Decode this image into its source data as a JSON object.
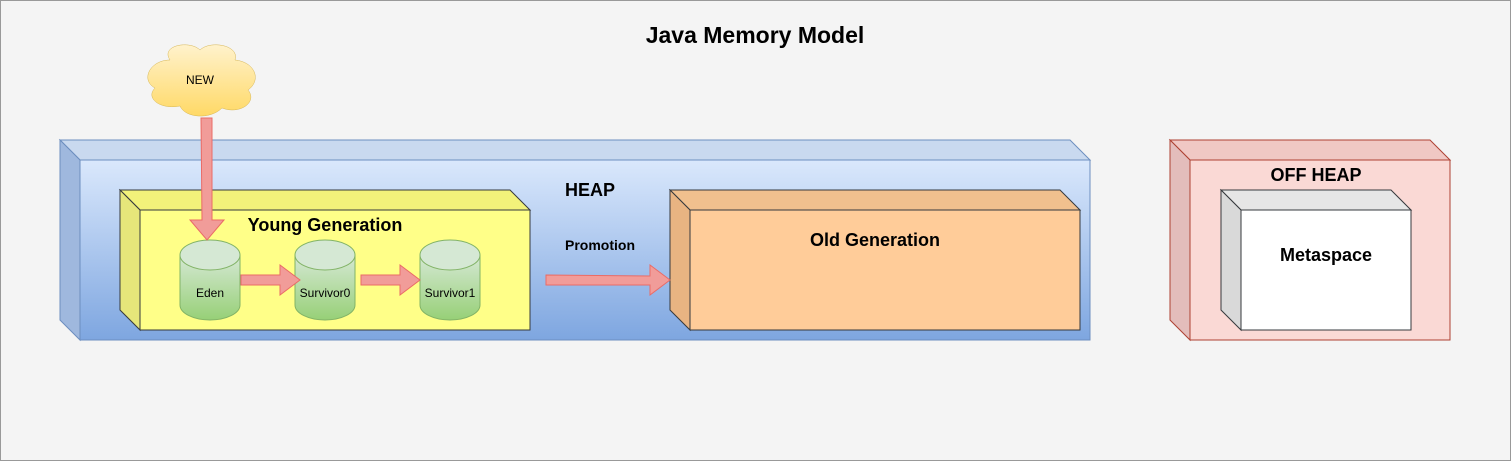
{
  "title": "Java Memory Model",
  "cloud": {
    "label": "NEW"
  },
  "heap": {
    "label": "HEAP",
    "young": {
      "label": "Young Generation",
      "spaces": [
        {
          "label": "Eden"
        },
        {
          "label": "Survivor0"
        },
        {
          "label": "Survivor1"
        }
      ]
    },
    "promotion_label": "Promotion",
    "old": {
      "label": "Old Generation"
    }
  },
  "off_heap": {
    "label": "OFF HEAP",
    "metaspace": {
      "label": "Metaspace"
    }
  },
  "colors": {
    "heap_fill_top": "#dae8fc",
    "heap_fill_bottom": "#7ea6e0",
    "heap_stroke": "#6c8ebf",
    "young_fill": "#ffff88",
    "young_stroke": "#36393d",
    "old_fill": "#ffcc99",
    "cylinder_top": "#d5e8d4",
    "cylinder_bottom": "#97d077",
    "cylinder_stroke": "#82b366",
    "arrow_fill": "#f19c99",
    "arrow_stroke": "#ea6b66",
    "cloud_top": "#fff2cc",
    "cloud_bottom": "#ffd966",
    "offheap_fill": "#fad9d5",
    "offheap_stroke": "#ae4132",
    "metaspace_fill": "#ffffff"
  }
}
